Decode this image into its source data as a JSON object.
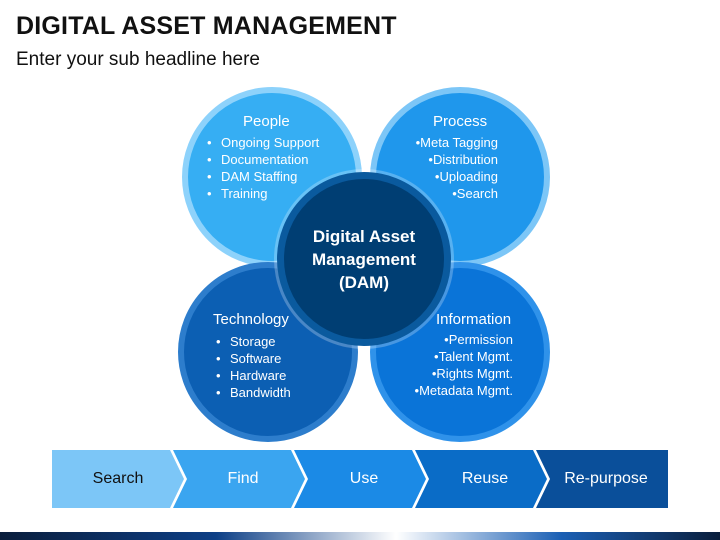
{
  "title": "DIGITAL ASSET MANAGEMENT",
  "subtitle": "Enter your sub headline here",
  "center": "Digital Asset Management (DAM)",
  "quadrants": [
    {
      "title": "People",
      "items": [
        "Ongoing Support",
        "Documentation",
        "DAM Staffing",
        "Training"
      ]
    },
    {
      "title": "Process",
      "items": [
        "Meta Tagging",
        "Distribution",
        "Uploading",
        "Search"
      ]
    },
    {
      "title": "Technology",
      "items": [
        "Storage",
        "Software",
        "Hardware",
        "Bandwidth"
      ]
    },
    {
      "title": "Information",
      "items": [
        "Permission",
        "Talent Mgmt.",
        "Rights Mgmt.",
        "Metadata Mgmt."
      ]
    }
  ],
  "flow": [
    {
      "label": "Search",
      "color": "#7cc6f7",
      "text_color": "#111111"
    },
    {
      "label": "Find",
      "color": "#3aa5f0",
      "text_color": "#ffffff"
    },
    {
      "label": "Use",
      "color": "#1b8ae6",
      "text_color": "#ffffff"
    },
    {
      "label": "Reuse",
      "color": "#0a6cc7",
      "text_color": "#ffffff"
    },
    {
      "label": "Re-purpose",
      "color": "#0a4f9a",
      "text_color": "#ffffff"
    }
  ]
}
